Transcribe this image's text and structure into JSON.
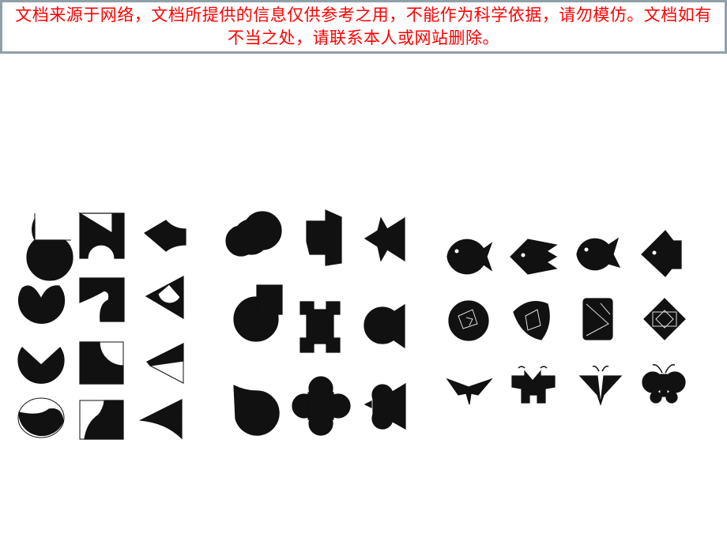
{
  "disclaimer": {
    "text": "文档来源于网络，文档所提供的信息仅供参考之用，不能作为科学依据，请勿模仿。文档如有不当之处，请联系本人或网站删除。",
    "color": "#ff0000",
    "border_color": "#8fa0a8"
  },
  "figure": {
    "groups": [
      "construction-shapes",
      "composite-silhouettes",
      "pictograms"
    ],
    "ink_color": "#111111"
  }
}
